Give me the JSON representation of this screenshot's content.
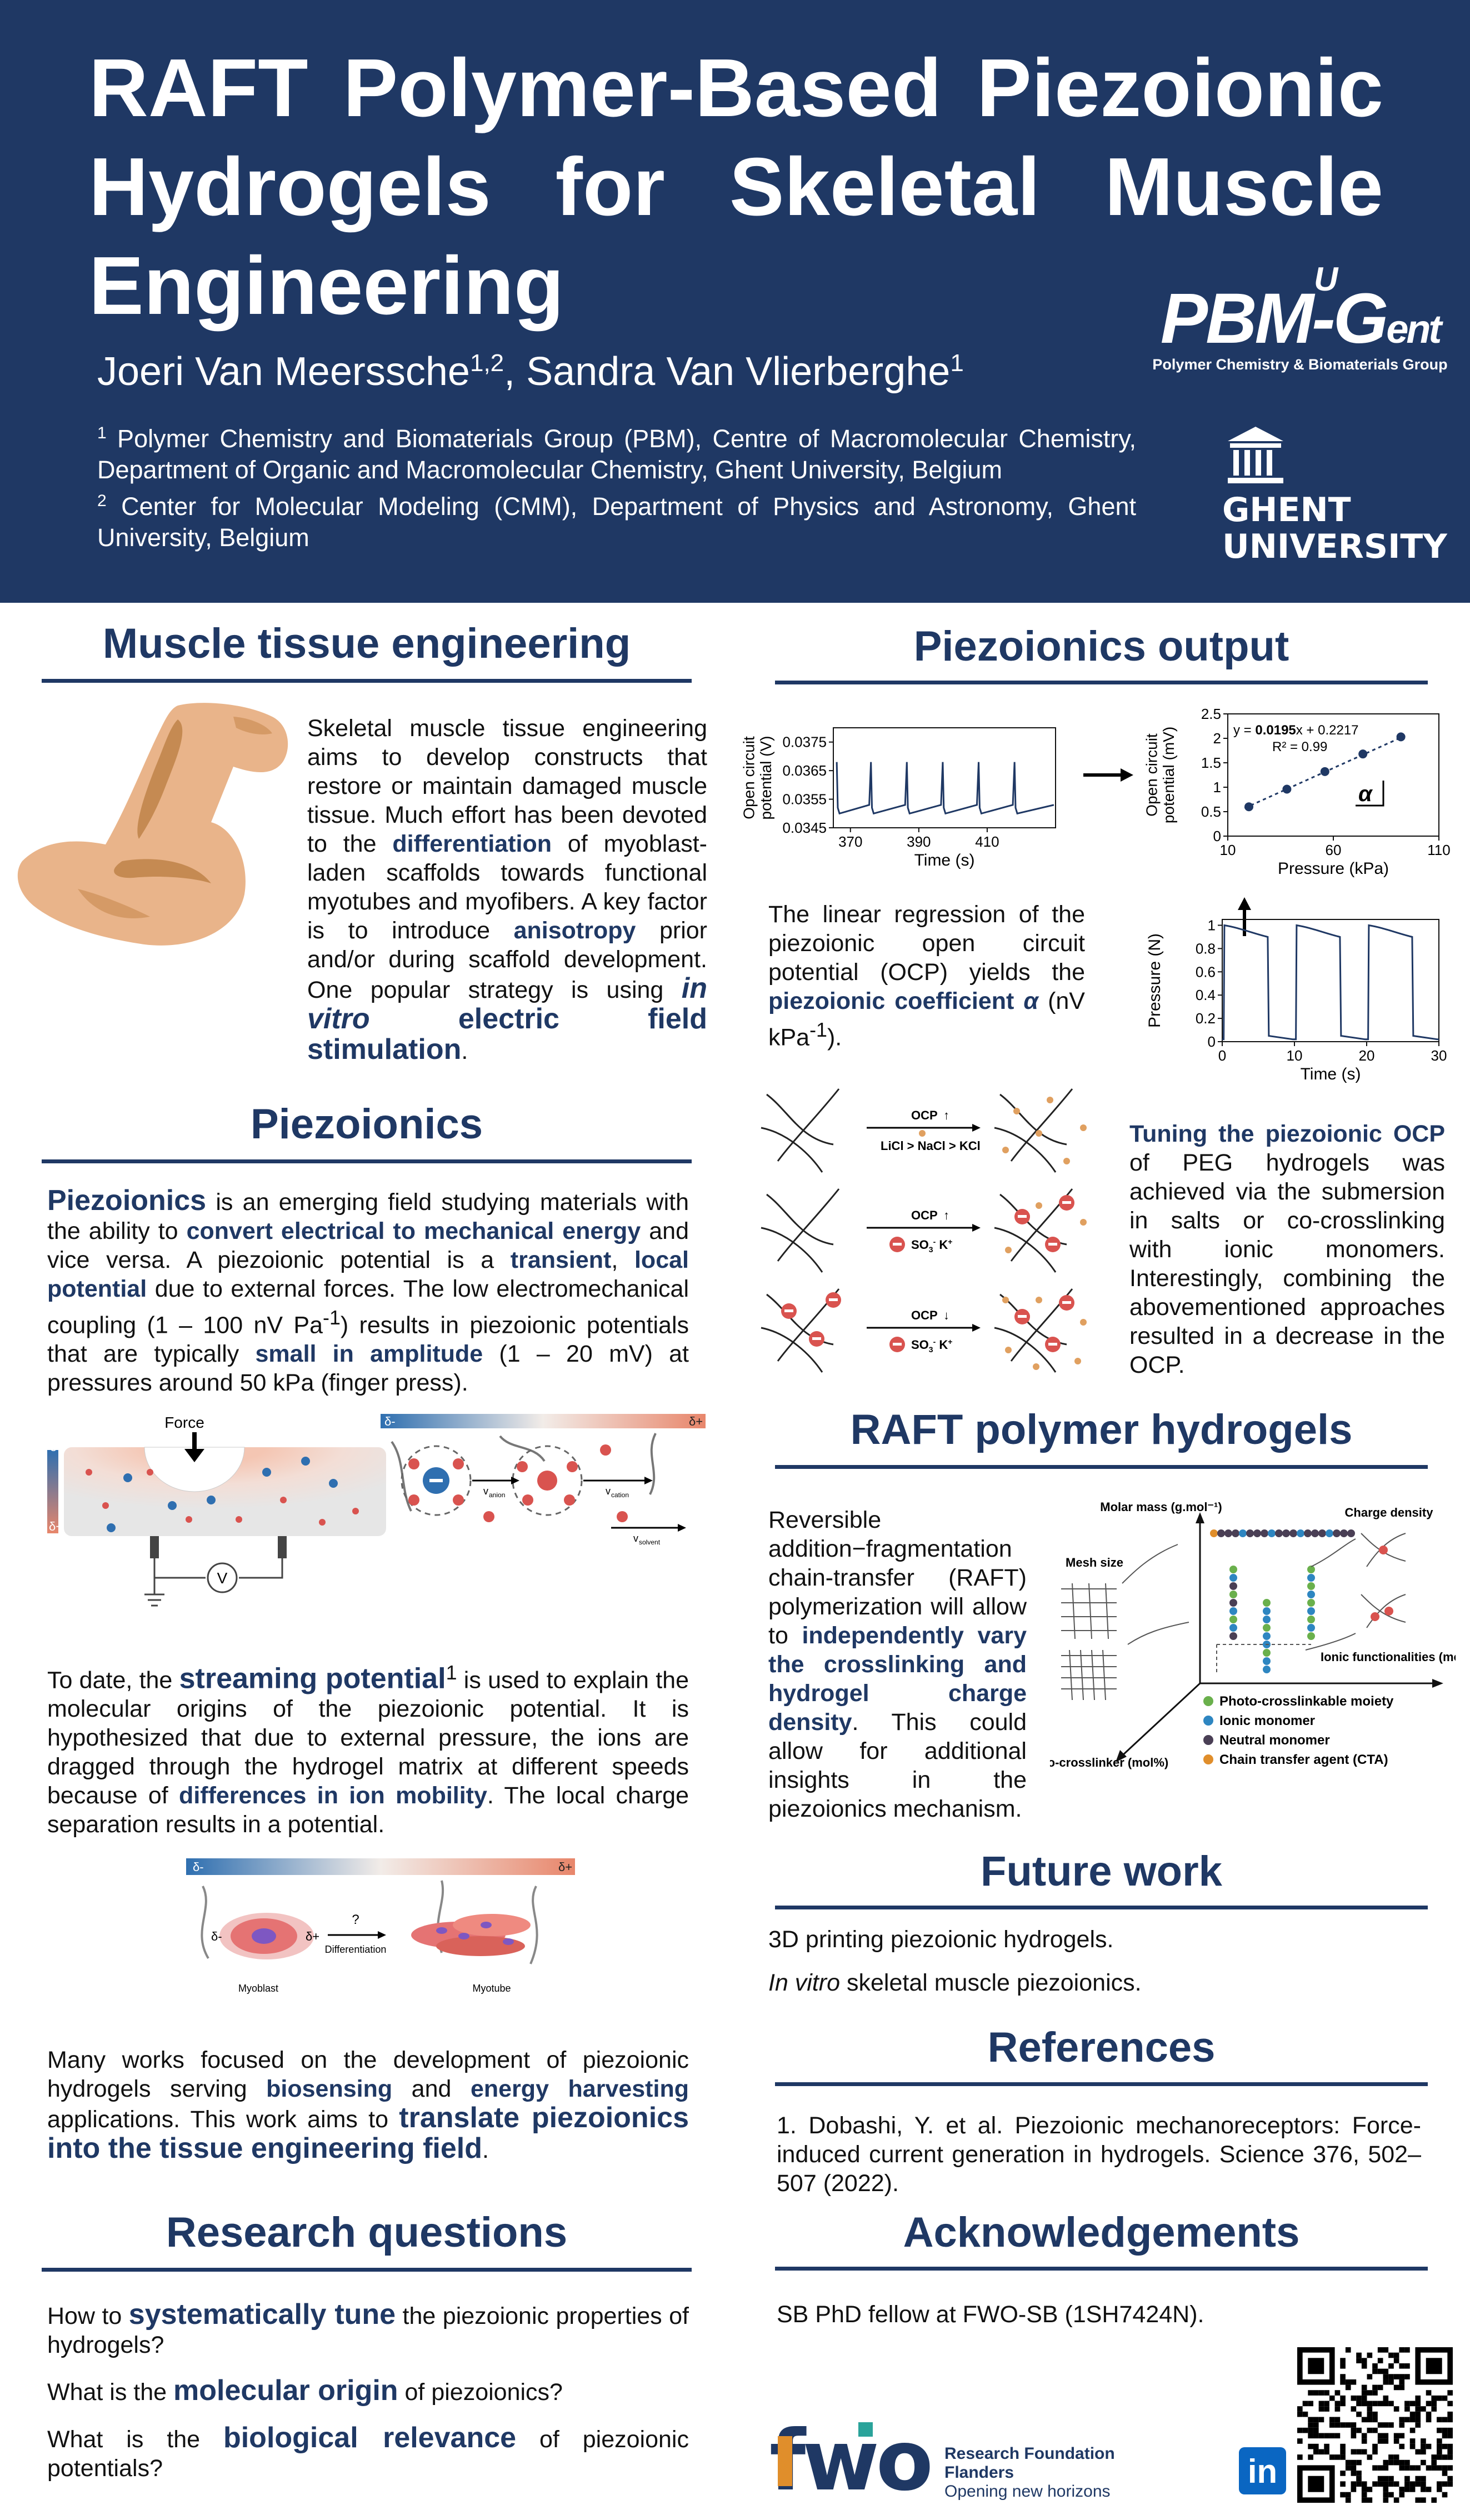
{
  "header": {
    "title": "RAFT Polymer-Based Piezoionic Hydrogels for Skeletal Muscle Engineering",
    "authors_1": "Joeri Van Meerssche",
    "authors_1_sup": "1,2",
    "authors_sep": ", Sandra Van Vlierberghe",
    "authors_2_sup": "1",
    "affil_1_num": "1",
    "affil_1": " Polymer Chemistry and Biomaterials Group (PBM), Centre of Macromolecular Chemistry, Department of Organic and Macromolecular Chemistry, Ghent University, Belgium",
    "affil_2_num": "2",
    "affil_2": " Center for Molecular Modeling (CMM), Department of Physics and Astronomy, Ghent University, Belgium",
    "pbm_logo_main": "PBM-G",
    "pbm_logo_u": "U",
    "pbm_logo_ent": "ent",
    "pbm_subtitle": "Polymer Chemistry & Biomaterials Group",
    "ghent_line1": "GHENT",
    "ghent_line2": "UNIVERSITY"
  },
  "muscle": {
    "title": "Muscle tissue engineering",
    "t1": "Skeletal muscle tissue engineering aims to develop constructs that restore or maintain damaged muscle tissue. Much effort has been devoted to the ",
    "h1": "differentiation",
    "t2": " of myoblast-laden scaffolds towards functional myotubes and myofibers. A key factor is to introduce ",
    "h2": "anisotropy",
    "t3": " prior and/or during scaffold development. One popular strategy is using ",
    "h3": "in vitro",
    "h4": " electric field stimulation",
    "t4": "."
  },
  "piezo": {
    "title": "Piezoionics",
    "p1_h1": "Piezoionics",
    "p1_t1": " is an emerging field studying materials with the ability to ",
    "p1_h2": "convert electrical to mechanical energy",
    "p1_t2": " and vice versa. A piezoionic potential is a ",
    "p1_h3": "transient",
    "p1_t3": ", ",
    "p1_h4": "local potential",
    "p1_t4": " due to external forces. The low electromechanical coupling (1 – 100 nV Pa",
    "p1_sup": "-1",
    "p1_t5": ") results in piezoionic potentials that are typically ",
    "p1_h5": "small in amplitude",
    "p1_t6": " (1 – 20 mV) at pressures around 50 kPa (finger press).",
    "fig_force": "Force",
    "fig_dminus": "δ-",
    "fig_dplus": "δ+",
    "fig_v": "V",
    "fig_vanion": "v",
    "fig_vanion_sub": "anion",
    "fig_vcation": "v",
    "fig_vcation_sub": "cation",
    "fig_vsolvent": "v",
    "fig_vsolvent_sub": "solvent",
    "p2_t1": "To date, the ",
    "p2_h1": "streaming potential",
    "p2_sup": "1",
    "p2_t2": " is used to explain the molecular origins of the piezoionic potential. It is hypothesized that due to external pressure, the ions are dragged through the hydrogel matrix at different speeds because of ",
    "p2_h2": "differences in ion mobility",
    "p2_t3": ". The local charge separation results in a potential.",
    "fig2_q": "?",
    "fig2_diff": "Differentiation",
    "fig2_myoblast": "Myoblast",
    "fig2_myotube": "Myotube",
    "p3_t1": "Many works focused on the development of piezoionic hydrogels serving ",
    "p3_h1": "biosensing",
    "p3_t2": " and ",
    "p3_h2": "energy harvesting",
    "p3_t3": " applications. This work aims to ",
    "p3_h3": "translate piezoionics into the tissue engineering field",
    "p3_t4": "."
  },
  "rq": {
    "title": "Research questions",
    "q1_t1": "How to ",
    "q1_h": "systematically tune",
    "q1_t2": " the piezoionic properties of hydrogels?",
    "q2_t1": "What is the ",
    "q2_h": "molecular origin",
    "q2_t2": " of piezoionics?",
    "q3_t1": "What is the ",
    "q3_h": "biological relevance",
    "q3_t2": " of piezoionic potentials?"
  },
  "output": {
    "title": "Piezoionics output",
    "text_t1": "The linear regression of the piezoionic open circuit potential (OCP) yields the ",
    "text_h": "piezoionic coefficient",
    "text_alpha": "α",
    "text_t2": " (nV kPa",
    "text_sup": "-1",
    "text_t3": ").",
    "tune_h": "Tuning the piezoionic OCP",
    "tune_t": " of PEG hydrogels was achieved via the submersion in salts or co-crosslinking with ionic monomers. Interestingly, combining the abovementioned approaches resulted in a decrease in the OCP.",
    "ocp": "OCP",
    "salts": "LiCl > NaCl > KCl",
    "so3": "SO",
    "so3_sub": "3",
    "so3_sup": "-",
    "k": "K",
    "k_sup": "+"
  },
  "chart_data": [
    {
      "type": "line",
      "title": "",
      "xlabel": "Time (s)",
      "ylabel": "Open circuit potential (V)",
      "xlim": [
        365,
        430
      ],
      "ylim": [
        0.0345,
        0.038
      ],
      "xticks": [
        "370",
        "390",
        "410"
      ],
      "xtick_values": [
        370,
        390,
        410
      ],
      "yticks": [
        "0.0345",
        "0.0355",
        "0.0365",
        "0.0375"
      ],
      "ytick_values": [
        0.0345,
        0.0355,
        0.0365,
        0.0375
      ],
      "peak_times": [
        366,
        376,
        386.5,
        397,
        407.5,
        418
      ],
      "high": 0.0368,
      "low": 0.035,
      "grid": false
    },
    {
      "type": "scatter",
      "title": "",
      "xlabel": "Pressure (kPa)",
      "ylabel": "Open circuit potential (mV)",
      "xlim": [
        10,
        110
      ],
      "ylim": [
        0,
        2.5
      ],
      "xticks": [
        "10",
        "60",
        "110"
      ],
      "xtick_values": [
        10,
        60,
        110
      ],
      "yticks": [
        "0",
        "0.5",
        "1",
        "1.5",
        "2",
        "2.5"
      ],
      "ytick_values": [
        0,
        0.5,
        1,
        1.5,
        2,
        2.5
      ],
      "x": [
        20,
        38,
        56,
        74,
        92
      ],
      "y": [
        0.6,
        0.96,
        1.32,
        1.68,
        2.03
      ],
      "fit_slope": 0.0195,
      "fit_intercept": 0.2217,
      "eq_prefix": "y = ",
      "eq_slope": "0.0195",
      "eq_suffix": "x + 0.2217",
      "r2": "R² = 0.99",
      "alpha": "α",
      "grid": false
    },
    {
      "type": "line",
      "title": "",
      "xlabel": "Time (s)",
      "ylabel": "Pressure (N)",
      "xlim": [
        0,
        30
      ],
      "ylim": [
        0,
        1.05
      ],
      "xticks": [
        "0",
        "10",
        "20",
        "30"
      ],
      "xtick_values": [
        0,
        10,
        20,
        30
      ],
      "yticks": [
        "0",
        "0.2",
        "0.4",
        "0.6",
        "0.8",
        "1"
      ],
      "ytick_values": [
        0,
        0.2,
        0.4,
        0.6,
        0.8,
        1
      ],
      "pulses": [
        [
          0.3,
          6.3
        ],
        [
          10.3,
          16.3
        ],
        [
          20.3,
          26.3
        ]
      ],
      "grid": false
    }
  ],
  "raft": {
    "title": "RAFT polymer hydrogels",
    "t1": "Reversible addition−fragmentation chain-transfer (RAFT) polymerization will allow to ",
    "h1": "independently vary the crosslinking and hydrogel charge density",
    "t2": ". This could allow for additional insights in the piezoionics mechanism.",
    "ax_molar": "Molar mass (g.mol⁻¹)",
    "ax_charge": "Charge density",
    "ax_mesh": "Mesh size",
    "ax_ionic": "Ionic functionalities (mol%)",
    "ax_photo": "Photo-crosslinker (mol%)",
    "leg1": "Photo-crosslinkable moiety",
    "leg2": "Ionic monomer",
    "leg3": "Neutral monomer",
    "leg4": "Chain transfer agent (CTA)",
    "c_photo": "#6ab04c",
    "c_ionic": "#2e86c1",
    "c_neutral": "#4a3f55",
    "c_cta": "#e08e2b"
  },
  "future": {
    "title": "Future work",
    "f1": "3D printing piezoionic hydrogels.",
    "f2_i": "In vitro",
    "f2_t": " skeletal muscle piezoionics."
  },
  "refs": {
    "title": "References",
    "r1": "1. Dobashi, Y. et al. Piezoionic mechanoreceptors: Force-induced current generation in hydrogels. Science 376, 502–507 (2022)."
  },
  "ack": {
    "title": "Acknowledgements",
    "a1": "SB PhD fellow at FWO-SB (1SH7424N).",
    "fwo": "fwo",
    "fwo_l1": "Research Foundation",
    "fwo_l2": "Flanders",
    "fwo_l3": "Opening new horizons",
    "linkedin": "in"
  },
  "colors": {
    "navy": "#1f3864",
    "skin": "#e9b48a",
    "skin_dark": "#c58a52",
    "red": "#d9534f",
    "blue": "#2f6fb0"
  }
}
